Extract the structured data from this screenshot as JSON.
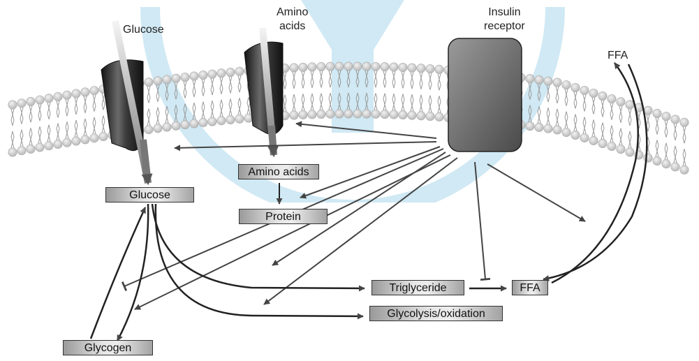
{
  "external_labels": {
    "glucose": "Glucose",
    "amino_line1": "Amino",
    "amino_line2": "acids",
    "insulin_line1": "Insulin",
    "insulin_line2": "receptor",
    "ffa_out": "FFA"
  },
  "boxes": {
    "glucose": "Glucose",
    "amino_acids": "Amino acids",
    "protein": "Protein",
    "triglyceride": "Triglyceride",
    "ffa": "FFA",
    "glycolysis": "Glycolysis/oxidation",
    "glycogen": "Glycogen"
  },
  "colors": {
    "arrow": "#444444",
    "bilayer_head": "#cfcfcf",
    "channel_dark": "#2a2a2a",
    "receptor": "#7a7a7a",
    "watermark": "#2f9fd0"
  }
}
